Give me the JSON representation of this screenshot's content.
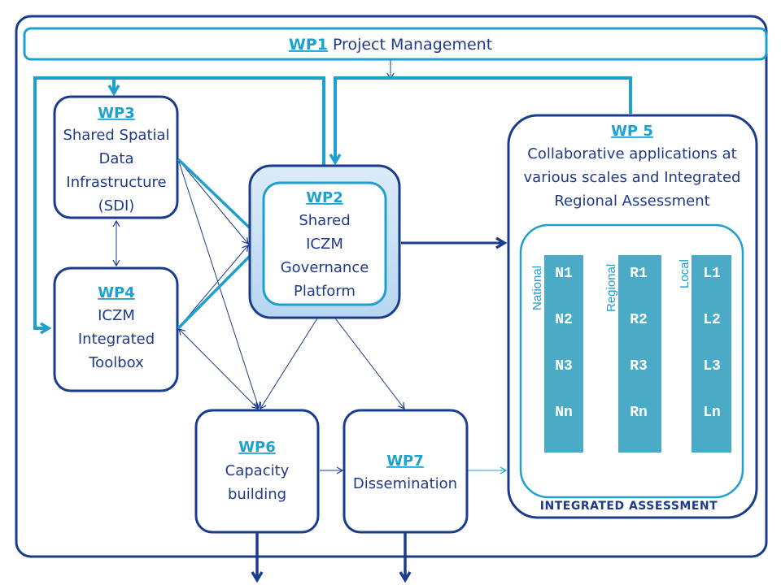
{
  "colors": {
    "navy": "#1a3c8c",
    "cyan": "#1ea0cf",
    "text": "#1f3a8a",
    "bar": "#4babc6",
    "wp2_fill": "#c9e1f6"
  },
  "wp1": {
    "id": "WP1",
    "title": "Project Management"
  },
  "wp2": {
    "id": "WP2",
    "lines": [
      "Shared",
      "ICZM",
      "Governance",
      "Platform"
    ]
  },
  "wp3": {
    "id": "WP3",
    "lines": [
      "Shared Spatial",
      "Data",
      "Infrastructure",
      "(SDI)"
    ]
  },
  "wp4": {
    "id": "WP4",
    "lines": [
      "ICZM",
      "Integrated",
      "Toolbox"
    ]
  },
  "wp5": {
    "id": "WP 5",
    "lines": [
      "Collaborative applications at",
      "various scales and Integrated",
      "Regional Assessment"
    ],
    "caption": "Integrated assessment",
    "columns": [
      {
        "label": "National",
        "items": [
          "N1",
          "N2",
          "N3",
          "Nn"
        ]
      },
      {
        "label": "Regional",
        "items": [
          "R1",
          "R2",
          "R3",
          "Rn"
        ]
      },
      {
        "label": "Local",
        "items": [
          "L1",
          "L2",
          "L3",
          "Ln"
        ]
      }
    ]
  },
  "wp6": {
    "id": "WP6",
    "lines": [
      "Capacity",
      "building"
    ]
  },
  "wp7": {
    "id": "WP7",
    "lines": [
      "Dissemination"
    ]
  }
}
